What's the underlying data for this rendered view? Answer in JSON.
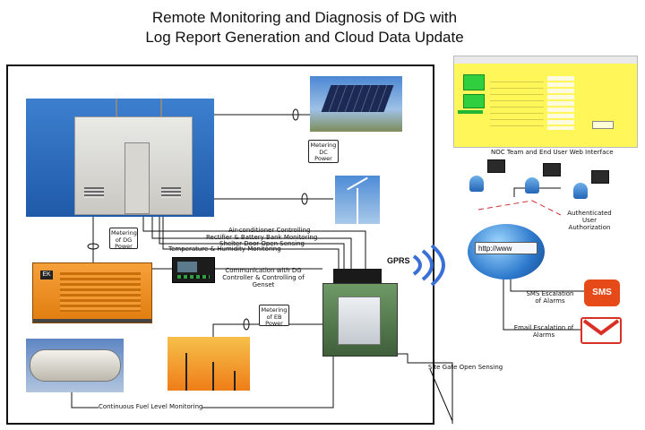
{
  "title": {
    "line1": "Remote Monitoring and Diagnosis of DG with",
    "line2": "Log Report Generation and Cloud Data Update"
  },
  "labels": {
    "metering_dc_power": "Metering DC Power",
    "metering_dg_power": "Metering of DG Power",
    "metering_eb_power": "Metering of EB Power",
    "air_conditioner": "Air-conditioner Controlling",
    "rectifier_battery": "Rectifier & Battery Bank Monitoring",
    "shelter_door": "Shelter Door Open Sensing",
    "temp_humidity": "Temperature & Humidity Monitoring",
    "communication_dg": "Communication with DG Controller & Controlling of Genset",
    "gprs": "GPRS",
    "continuous_fuel": "Continuous Fuel Level Monitoring",
    "site_gate": "Site Gate Open Sensing",
    "noc_team": "NOC Team and End User Web Interface",
    "authenticated_user": "Authenticated User Authorization",
    "sms_escalation": "SMS Escalation of Alarms",
    "email_escalation": "Email Escalation of Alarms",
    "url_prefix": "http://www",
    "sms_icon_text": "SMS",
    "generator_mark": "EK"
  },
  "colors": {
    "screen_yellow": "#fff65a",
    "generator_orange": "#ee8a1a",
    "sky_blue": "#2f6fb6",
    "sunset": "#f08a1e",
    "gmail_red": "#d93025"
  }
}
